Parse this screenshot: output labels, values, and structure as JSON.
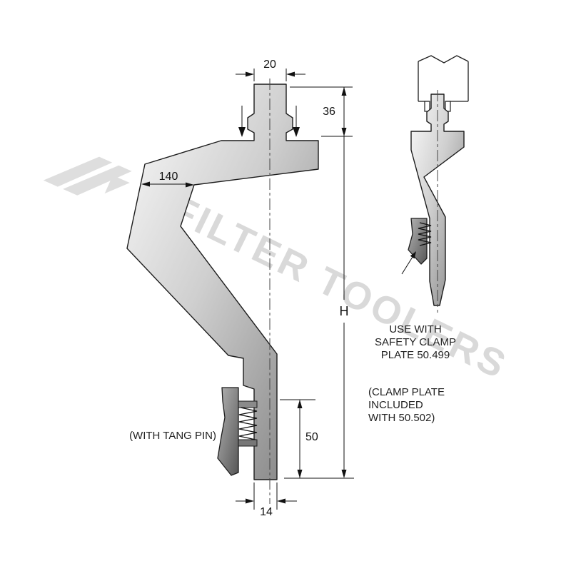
{
  "drawing": {
    "dims": {
      "top_width": "20",
      "shank_height": "36",
      "body_width": "140",
      "total_height": "H",
      "lower_height": "50",
      "tip_width": "14"
    },
    "labels": {
      "tang_pin": "(WITH TANG PIN)"
    },
    "notes": {
      "use_line1": "USE WITH",
      "use_line2": "SAFETY CLAMP",
      "use_line3": "PLATE 50.499",
      "included_line1": "(CLAMP PLATE",
      "included_line2": "INCLUDED",
      "included_line3": "WITH 50.502)"
    },
    "watermark": {
      "text": "FILTER TOOLERS"
    },
    "colors": {
      "line": "#1c1c1c",
      "watermark": "#d9d9d9",
      "metal_light": "#f7f7f7",
      "metal_dark": "#7d7d7d"
    }
  }
}
